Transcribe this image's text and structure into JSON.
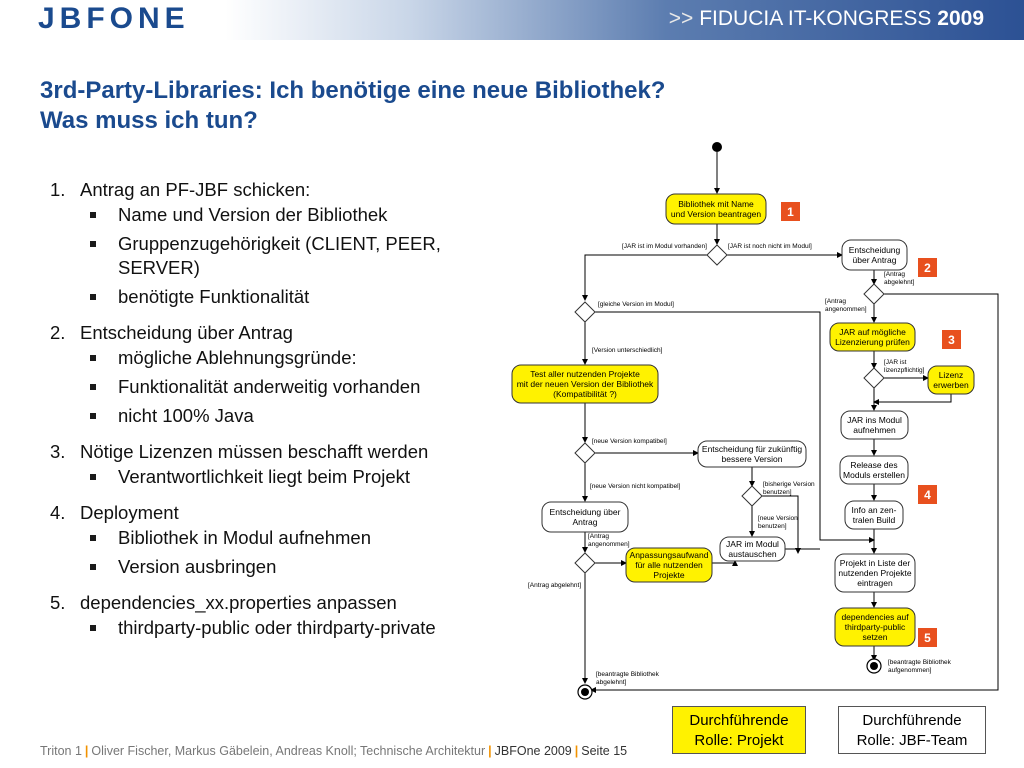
{
  "header": {
    "logo": "JBFONE",
    "congress_prefix": ">>",
    "congress_name": "FIDUCIA IT-KONGRESS",
    "congress_year": "2009"
  },
  "title": {
    "line1": "3rd-Party-Libraries: Ich benötige eine neue Bibliothek?",
    "line2": "Was muss ich tun?"
  },
  "sections": [
    {
      "number": "1.",
      "title": "Antrag an PF-JBF schicken:",
      "bullets": [
        "Name und Version der Bibliothek",
        "Gruppenzugehörigkeit (CLIENT, PEER, SERVER)",
        "benötigte Funktionalität"
      ]
    },
    {
      "number": "2.",
      "title": "Entscheidung über Antrag",
      "bullets": [
        "mögliche Ablehnungsgründe:",
        "Funktionalität anderweitig vorhanden",
        "nicht 100% Java"
      ]
    },
    {
      "number": "3.",
      "title": "Nötige Lizenzen müssen beschafft werden",
      "bullets": [
        "Verantwortlichkeit liegt beim Projekt"
      ]
    },
    {
      "number": "4.",
      "title": "Deployment",
      "bullets": [
        "Bibliothek in Modul aufnehmen",
        "Version ausbringen"
      ]
    },
    {
      "number": "5.",
      "title": "dependencies_xx.properties anpassen",
      "bullets": [
        "thirdparty-public oder thirdparty-private"
      ]
    }
  ],
  "diagram": {
    "nodes": {
      "bibliothek": "Bibliothek mit Name|und Version beantragen",
      "entscheidung_antrag": "Entscheidung|über Antrag",
      "jar_pruefen": "JAR auf mögliche|Lizenzierung prüfen",
      "lizenz": "Lizenz|erwerben",
      "jar_modul_aufnehmen": "JAR ins Modul|aufnehmen",
      "release": "Release des|Moduls erstellen",
      "info": "Info an zen-|tralen Build",
      "projekt_liste": "Projekt in Liste der|nutzenden Projekte|eintragen",
      "dependencies": "dependencies auf|thirdparty-public|setzen",
      "test": "Test aller nutzenden Projekte|mit der neuen Version der Bibliothek|(Kompatibilität ?)",
      "entscheidung_version": "Entscheidung für zukünftig|bessere Version",
      "entscheidung_antrag2": "Entscheidung über|Antrag",
      "anpassung": "Anpassungsaufwand|für alle nutzenden|Projekte",
      "jar_austauschen": "JAR im Modul|austauschen"
    },
    "guards": {
      "jar_vorhanden": "[JAR ist im Modul vorhanden]",
      "jar_nicht_vorhanden": "[JAR ist noch nicht im Modul]",
      "antrag_abgelehnt": "[Antrag|abgelehnt]",
      "antrag_angenommen": "[Antrag|angenommen]",
      "gleiche_version": "[gleiche Version im Modul]",
      "version_unterschiedlich": "[Version unterschiedlich]",
      "jar_lizenzpflichtig": "[JAR ist|lizenzpflichtig]",
      "neue_kompatibel": "[neue Version kompatibel]",
      "neue_nicht_kompatibel": "[neue Version nicht kompatibel]",
      "bisherige_benutzen": "[bisherige Version|benutzen]",
      "neue_benutzen": "[neue Version|benutzen]",
      "antrag_angenommen2": "[Antrag|angenommen]",
      "antrag_abgelehnt2": "[Antrag abgelehnt]",
      "bibliothek_abgelehnt": "[beantragte Bibliothek|abgelehnt]",
      "bibliothek_aufgenommen": "[beantragte Bibliothek|aufgenommen]"
    },
    "badges": [
      "1",
      "2",
      "3",
      "4",
      "5"
    ]
  },
  "legend": {
    "project": "Durchführende|Rolle: Projekt",
    "team": "Durchführende|Rolle: JBF-Team"
  },
  "footer": {
    "part1": "Triton 1",
    "part2": "Oliver Fischer, Markus Gäbelein, Andreas Knoll; Technische Architektur",
    "part3": "JBFOne 2009",
    "part4": "Seite 15"
  },
  "colors": {
    "brand_blue": "#1a4a8e",
    "project_yellow": "#fff200",
    "badge_orange": "#e8501e",
    "separator_orange": "#f29200"
  }
}
